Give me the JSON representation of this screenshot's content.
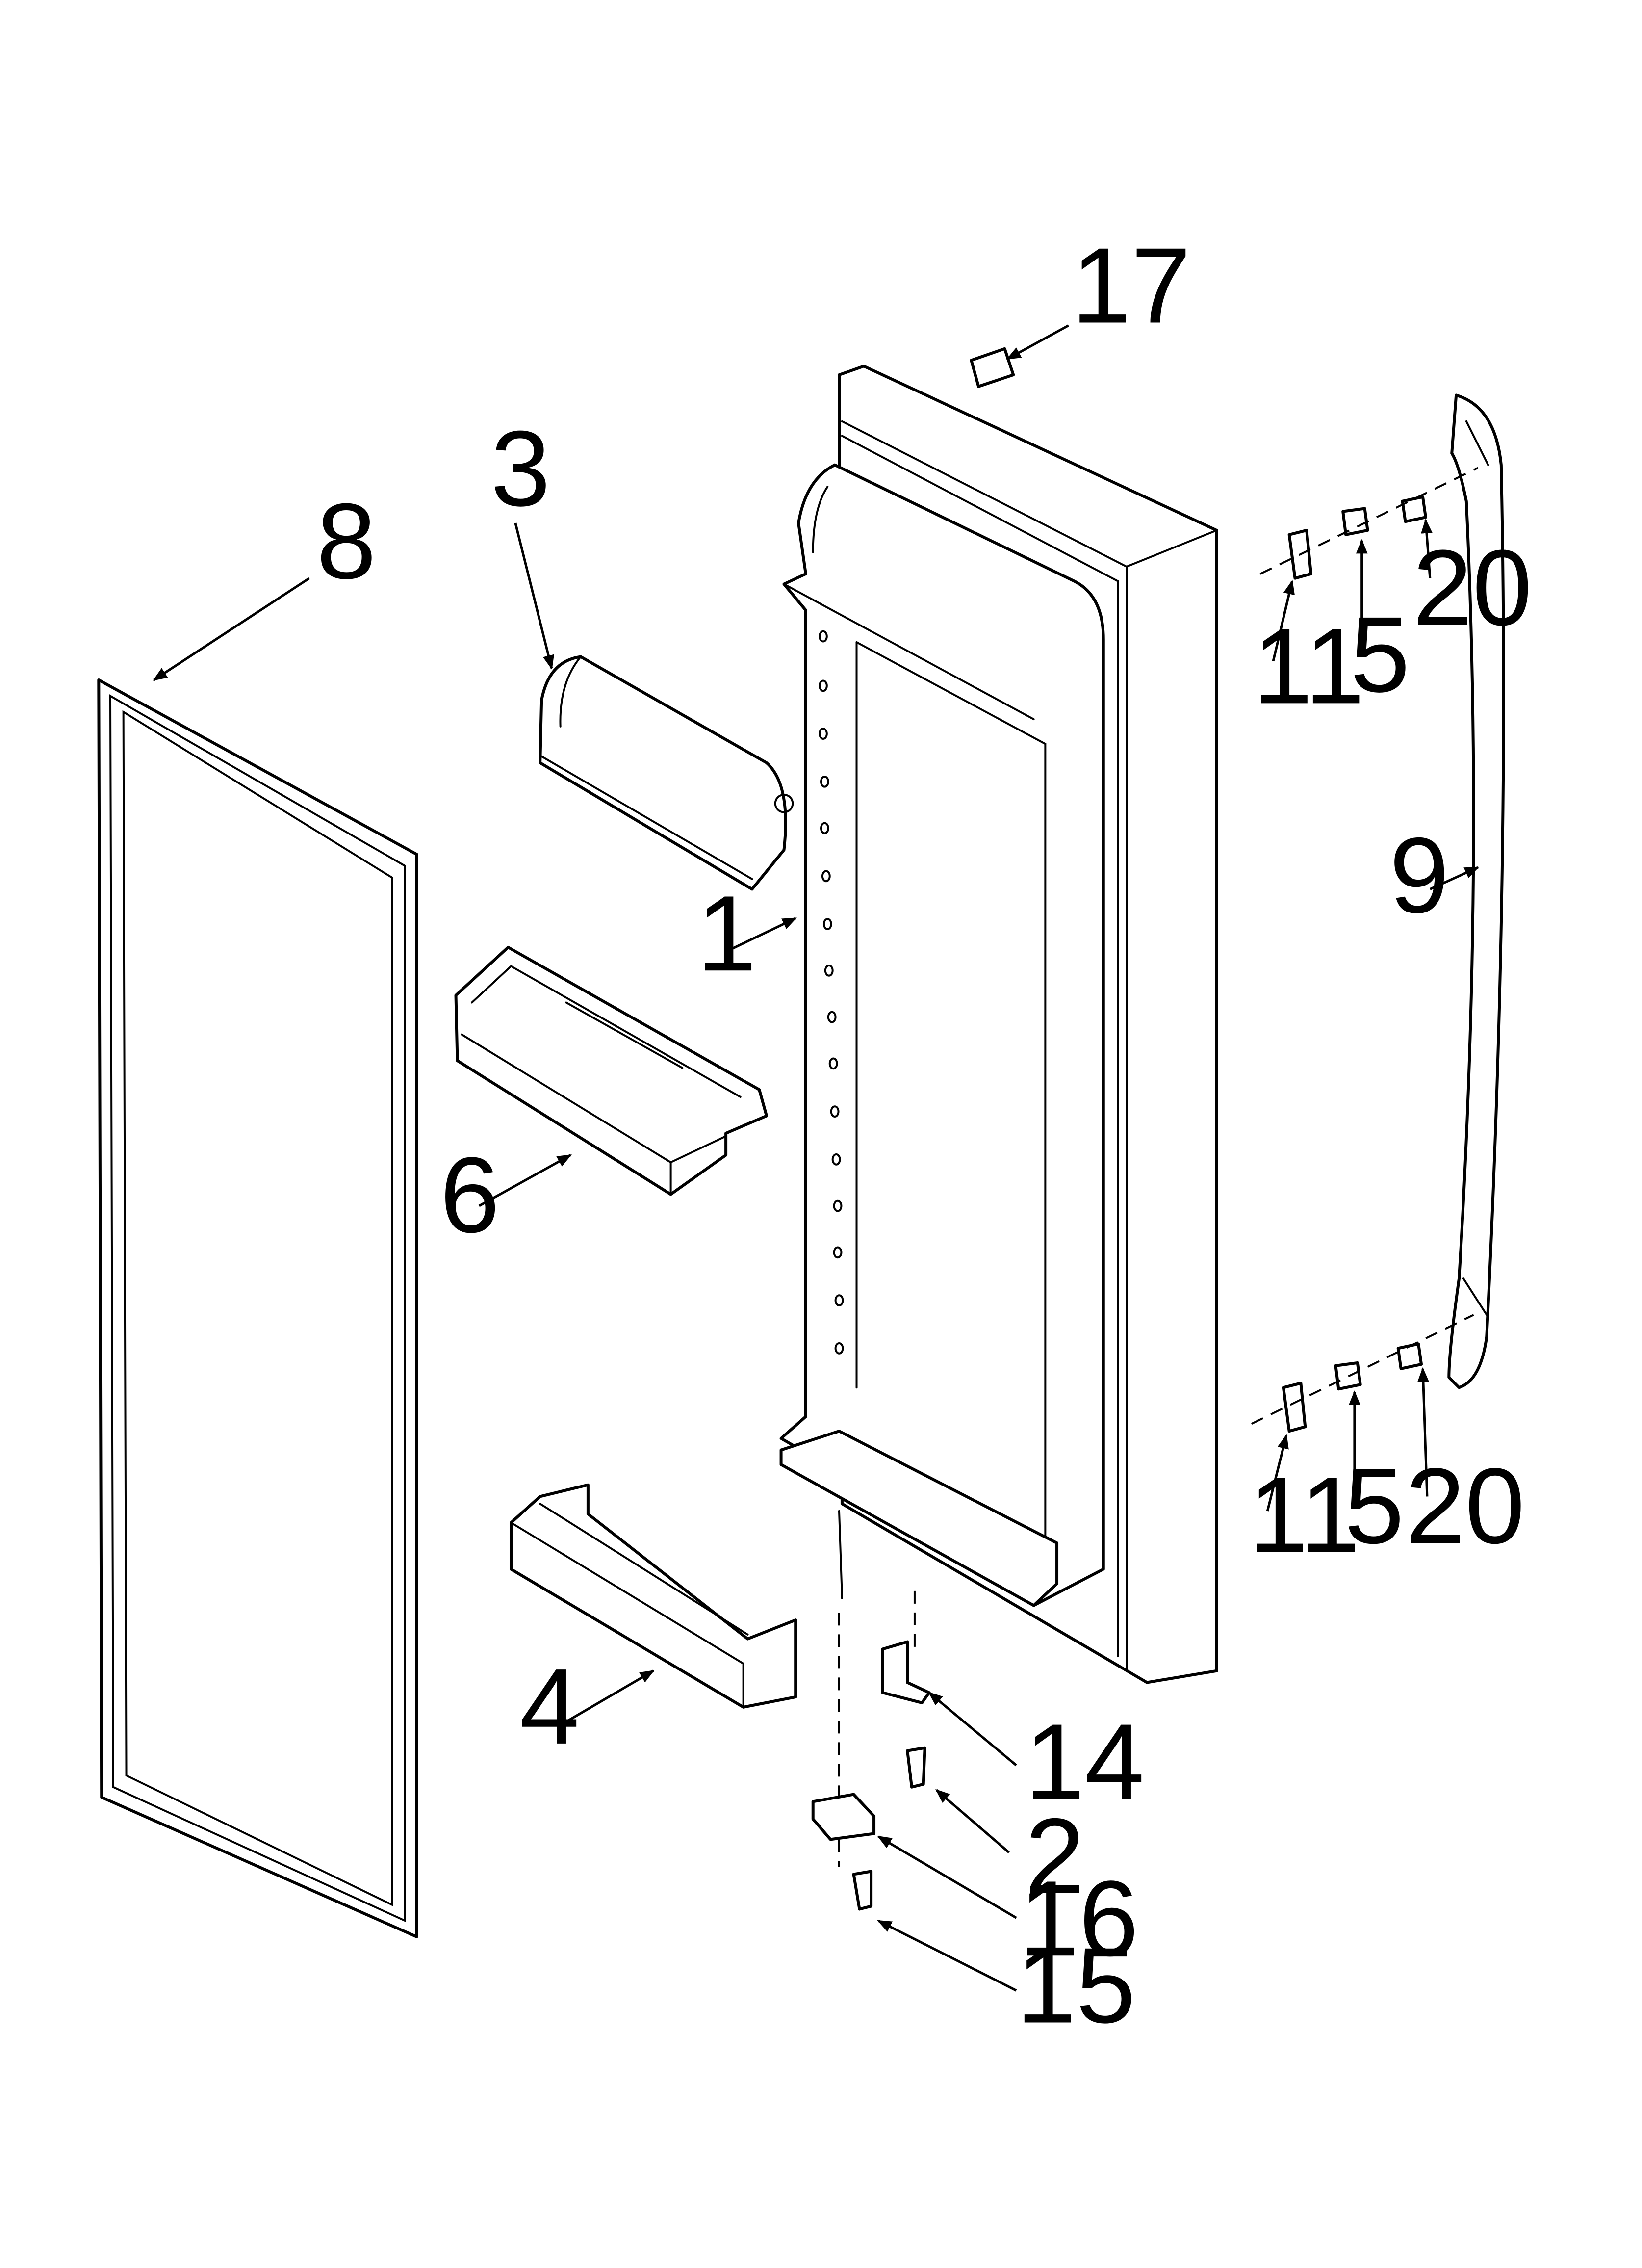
{
  "callouts": [
    {
      "id": "1",
      "label": "1"
    },
    {
      "id": "2",
      "label": "2"
    },
    {
      "id": "3",
      "label": "3"
    },
    {
      "id": "4",
      "label": "4"
    },
    {
      "id": "5a",
      "label": "5"
    },
    {
      "id": "5b",
      "label": "5"
    },
    {
      "id": "6",
      "label": "6"
    },
    {
      "id": "8",
      "label": "8"
    },
    {
      "id": "9",
      "label": "9"
    },
    {
      "id": "11a",
      "label": "11"
    },
    {
      "id": "11b",
      "label": "11"
    },
    {
      "id": "14",
      "label": "14"
    },
    {
      "id": "15",
      "label": "15"
    },
    {
      "id": "16",
      "label": "16"
    },
    {
      "id": "17",
      "label": "17"
    },
    {
      "id": "20a",
      "label": "20"
    },
    {
      "id": "20b",
      "label": "20"
    }
  ]
}
